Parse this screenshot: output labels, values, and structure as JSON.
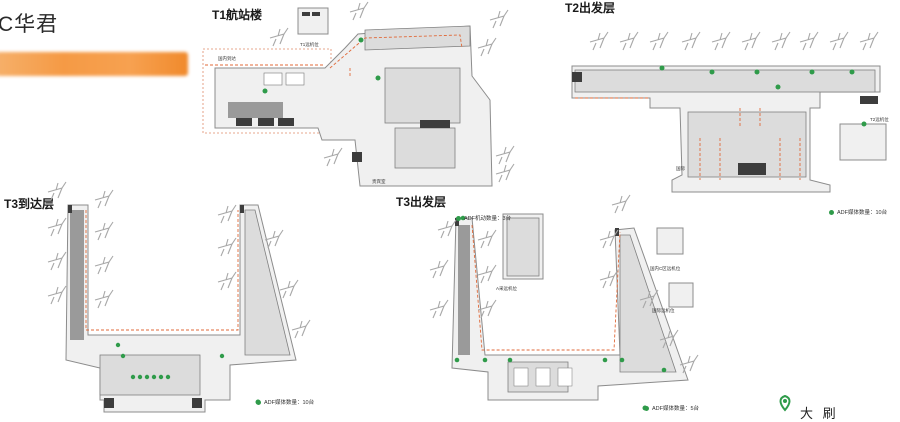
{
  "header": {
    "brand_text": "C华君"
  },
  "sections": {
    "t1": {
      "title": "T1航站楼"
    },
    "t2": {
      "title": "T2出发层"
    },
    "t3_arr": {
      "title": "T3到达层"
    },
    "t3_dep": {
      "title": "T3出发层"
    }
  },
  "map_labels": {
    "t1_remote_stand": "T1远机位",
    "t1_intl_dep": "国内到达",
    "t1_vip": "贵宾室",
    "t2_remote_stand": "T2远机位",
    "t2_south": "国际",
    "t3_a_remote": "A采远机位",
    "t3_c_remote": "国内C区远机位",
    "t3_intl_remote": "国际远机位"
  },
  "notes": {
    "t2_count": "ADF媒体数量：10台",
    "t3_arr_count": "ADF媒体数量：10台",
    "t3_dep_count": "ADF媒体数量：5台",
    "t3_dep_top_count": "ADF机动数量：3台"
  },
  "legend": {
    "label": "大 刷",
    "pin_color": "#2f9b4a"
  },
  "colors": {
    "accent_orange": "#f59a45",
    "route_red": "#e06a3a",
    "pin_green": "#2f9b4a"
  }
}
